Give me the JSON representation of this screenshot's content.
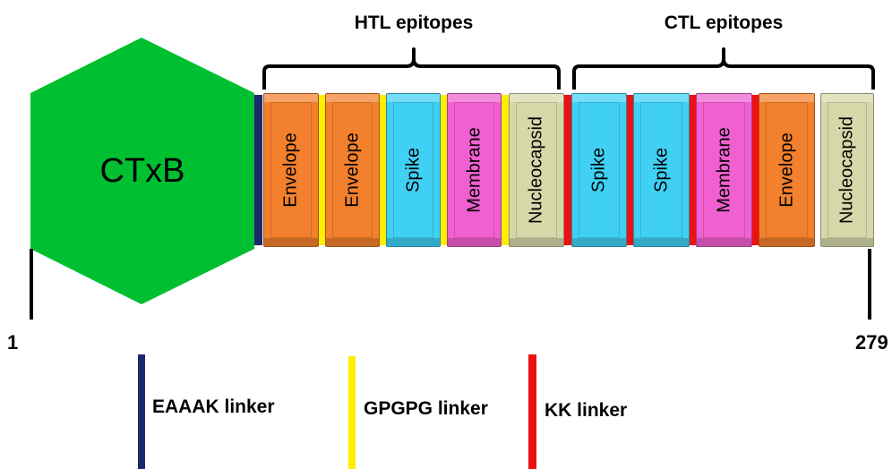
{
  "core": {
    "label": "CTxB",
    "color": "#00bf30"
  },
  "brackets": [
    {
      "title": "HTL epitopes"
    },
    {
      "title": "CTL epitopes"
    }
  ],
  "ends": {
    "start": "1",
    "end": "279"
  },
  "segments": [
    {
      "label": "Envelope",
      "color": "#f2802c"
    },
    {
      "label": "Envelope",
      "color": "#f2802c"
    },
    {
      "label": "Spike",
      "color": "#3fd0f4"
    },
    {
      "label": "Membrane",
      "color": "#f060d0"
    },
    {
      "label": "Nucleocapsid",
      "color": "#d6d8aa"
    },
    {
      "label": "Spike",
      "color": "#3fd0f4"
    },
    {
      "label": "Spike",
      "color": "#3fd0f4"
    },
    {
      "label": "Membrane",
      "color": "#f060d0"
    },
    {
      "label": "Envelope",
      "color": "#f2802c"
    },
    {
      "label": "Nucleocapsid",
      "color": "#d6d8aa"
    }
  ],
  "linker_colors": {
    "eaaak": "#1b2a6b",
    "gpgpg": "#ffee00",
    "kk": "#ee1111"
  },
  "legend": [
    {
      "label": "EAAAK linker",
      "color": "#1b2a6b"
    },
    {
      "label": "GPGPG linker",
      "color": "#ffee00"
    },
    {
      "label": "KK linker",
      "color": "#ee1111"
    }
  ]
}
